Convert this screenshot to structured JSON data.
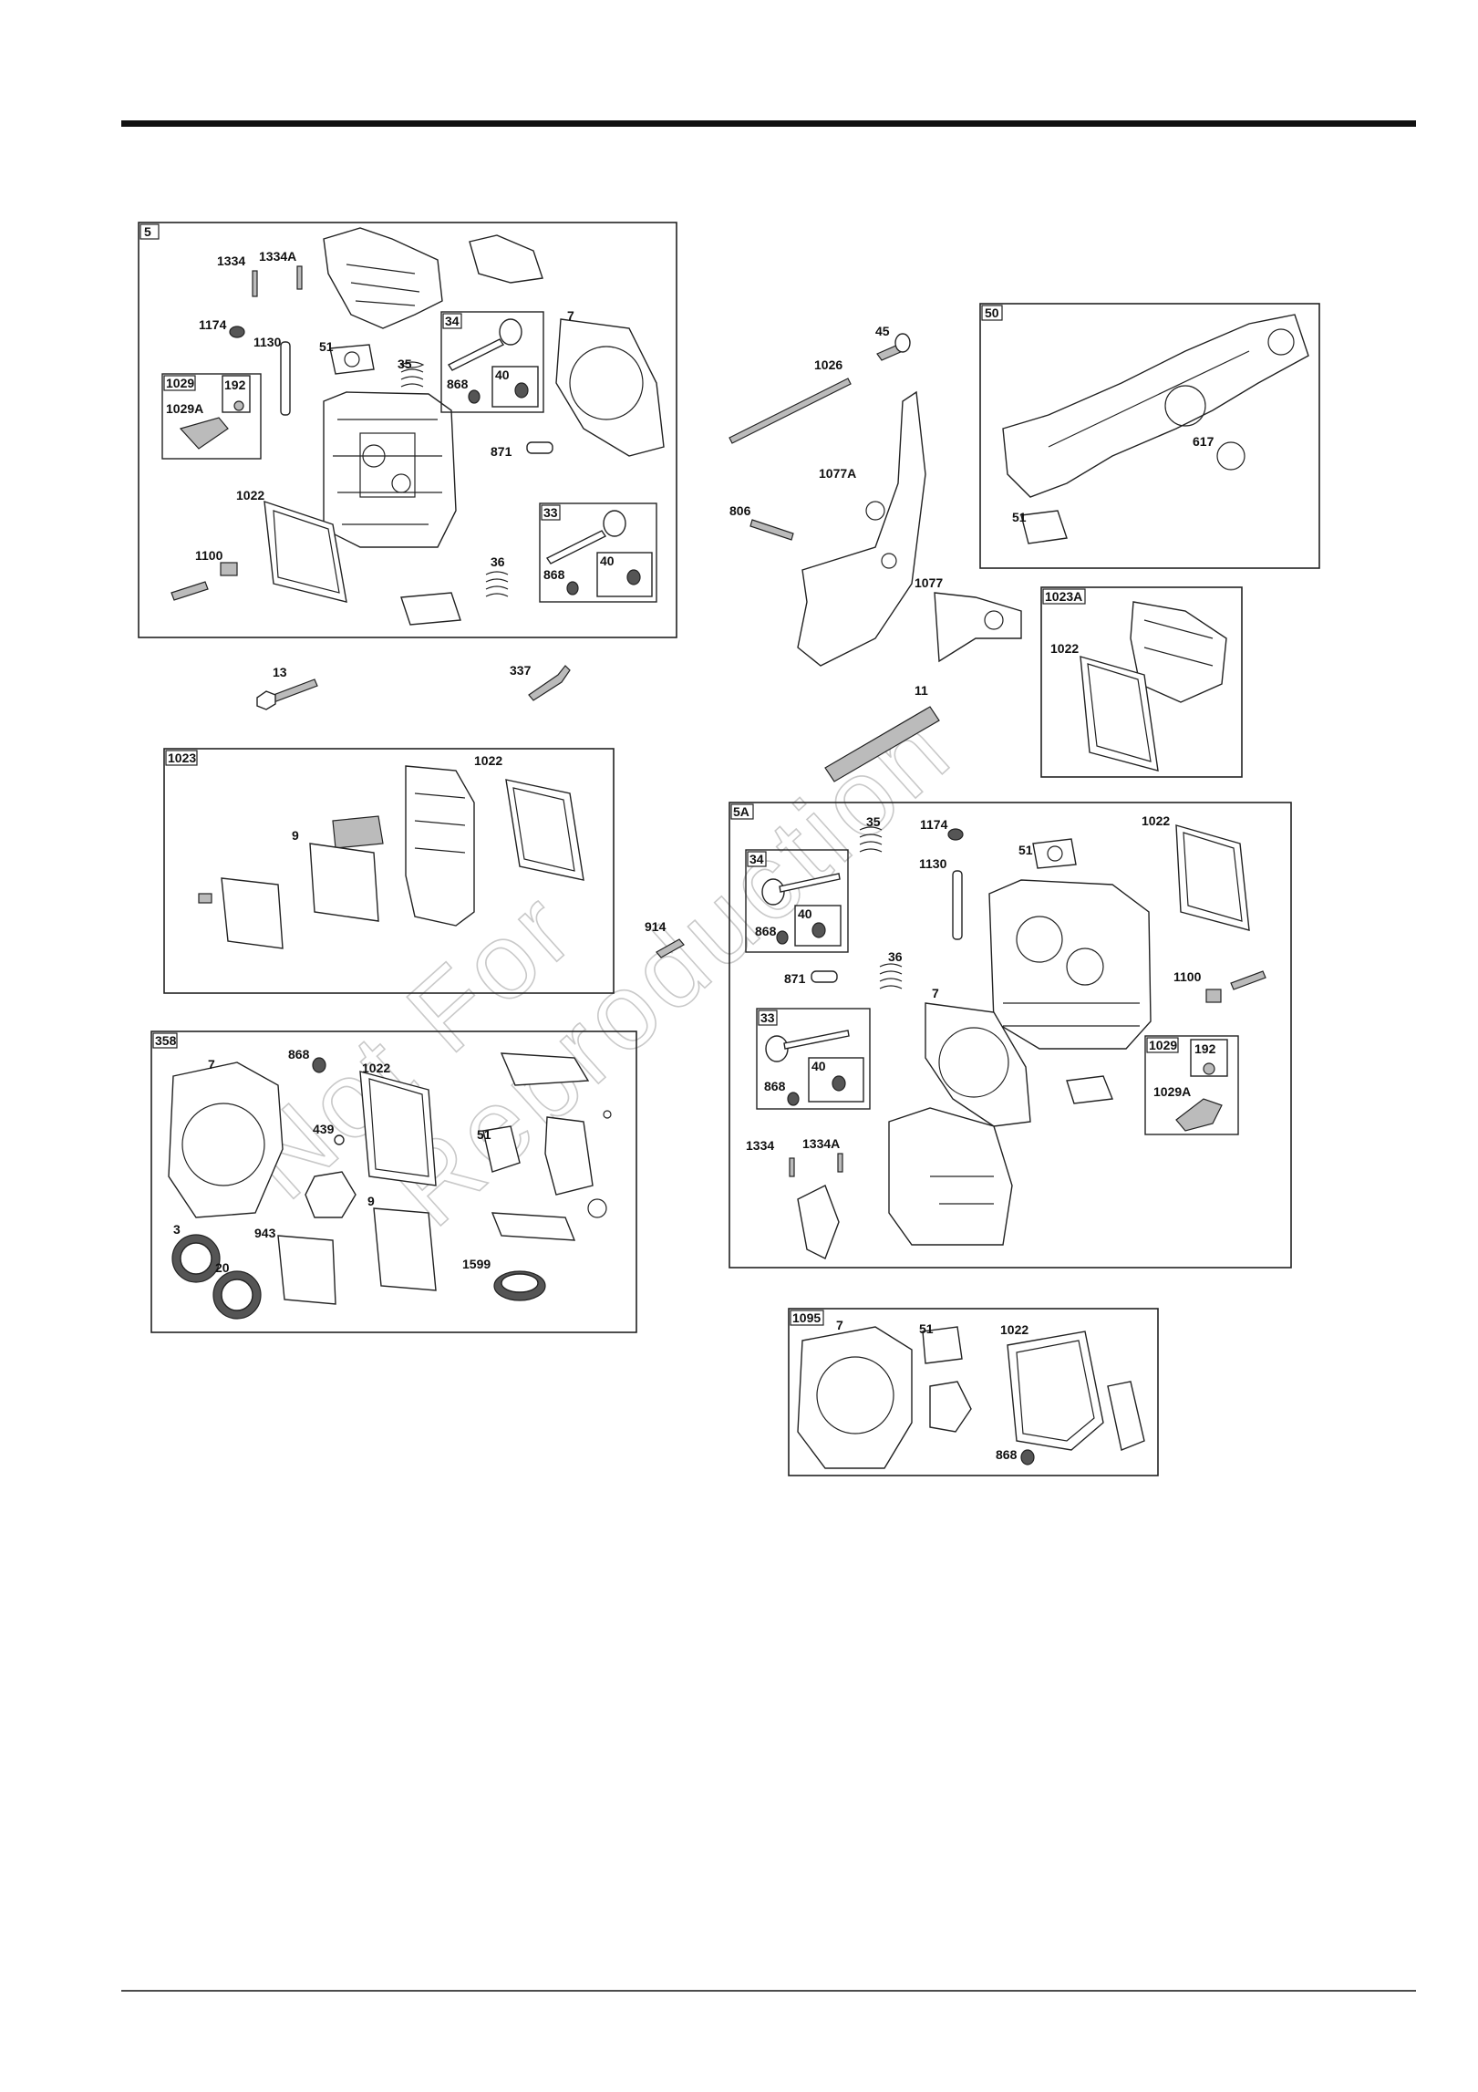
{
  "watermark": [
    "Not For",
    "Reproduction"
  ],
  "panels": {
    "p5": {
      "tag": "5"
    },
    "p1023": {
      "tag": "1023"
    },
    "p358": {
      "tag": "358"
    },
    "p50": {
      "tag": "50"
    },
    "p1023A": {
      "tag": "1023A"
    },
    "p5A": {
      "tag": "5A"
    },
    "p1095": {
      "tag": "1095"
    }
  },
  "subpanels": {
    "s5_1029": {
      "tag": "1029"
    },
    "s5_192": {
      "tag": "192"
    },
    "s5_34": {
      "tag": "34"
    },
    "s5_34_40": {
      "tag": "40"
    },
    "s5_33": {
      "tag": "33"
    },
    "s5_33_40": {
      "tag": "40"
    },
    "s5A_34": {
      "tag": "34"
    },
    "s5A_34_40": {
      "tag": "40"
    },
    "s5A_33": {
      "tag": "33"
    },
    "s5A_33_40": {
      "tag": "40"
    },
    "s5A_1029": {
      "tag": "1029"
    },
    "s5A_192": {
      "tag": "192"
    }
  },
  "labels": {
    "p5": [
      "1334",
      "1334A",
      "1174",
      "1130",
      "51",
      "35",
      "7",
      "1029A",
      "868",
      "871",
      "1022",
      "1100",
      "36",
      "868"
    ],
    "loose": [
      "13",
      "337",
      "914",
      "45",
      "1026",
      "1077A",
      "806",
      "1077",
      "11",
      "617",
      "51",
      "1022"
    ],
    "p1023": [
      "1022",
      "9"
    ],
    "p358": [
      "7",
      "868",
      "1022",
      "439",
      "51",
      "9",
      "3",
      "943",
      "20",
      "1599"
    ],
    "p5A": [
      "35",
      "1174",
      "1022",
      "1130",
      "51",
      "868",
      "871",
      "36",
      "7",
      "1100",
      "1029A",
      "868",
      "1334",
      "1334A"
    ],
    "p1095": [
      "7",
      "51",
      "1022",
      "868"
    ]
  }
}
